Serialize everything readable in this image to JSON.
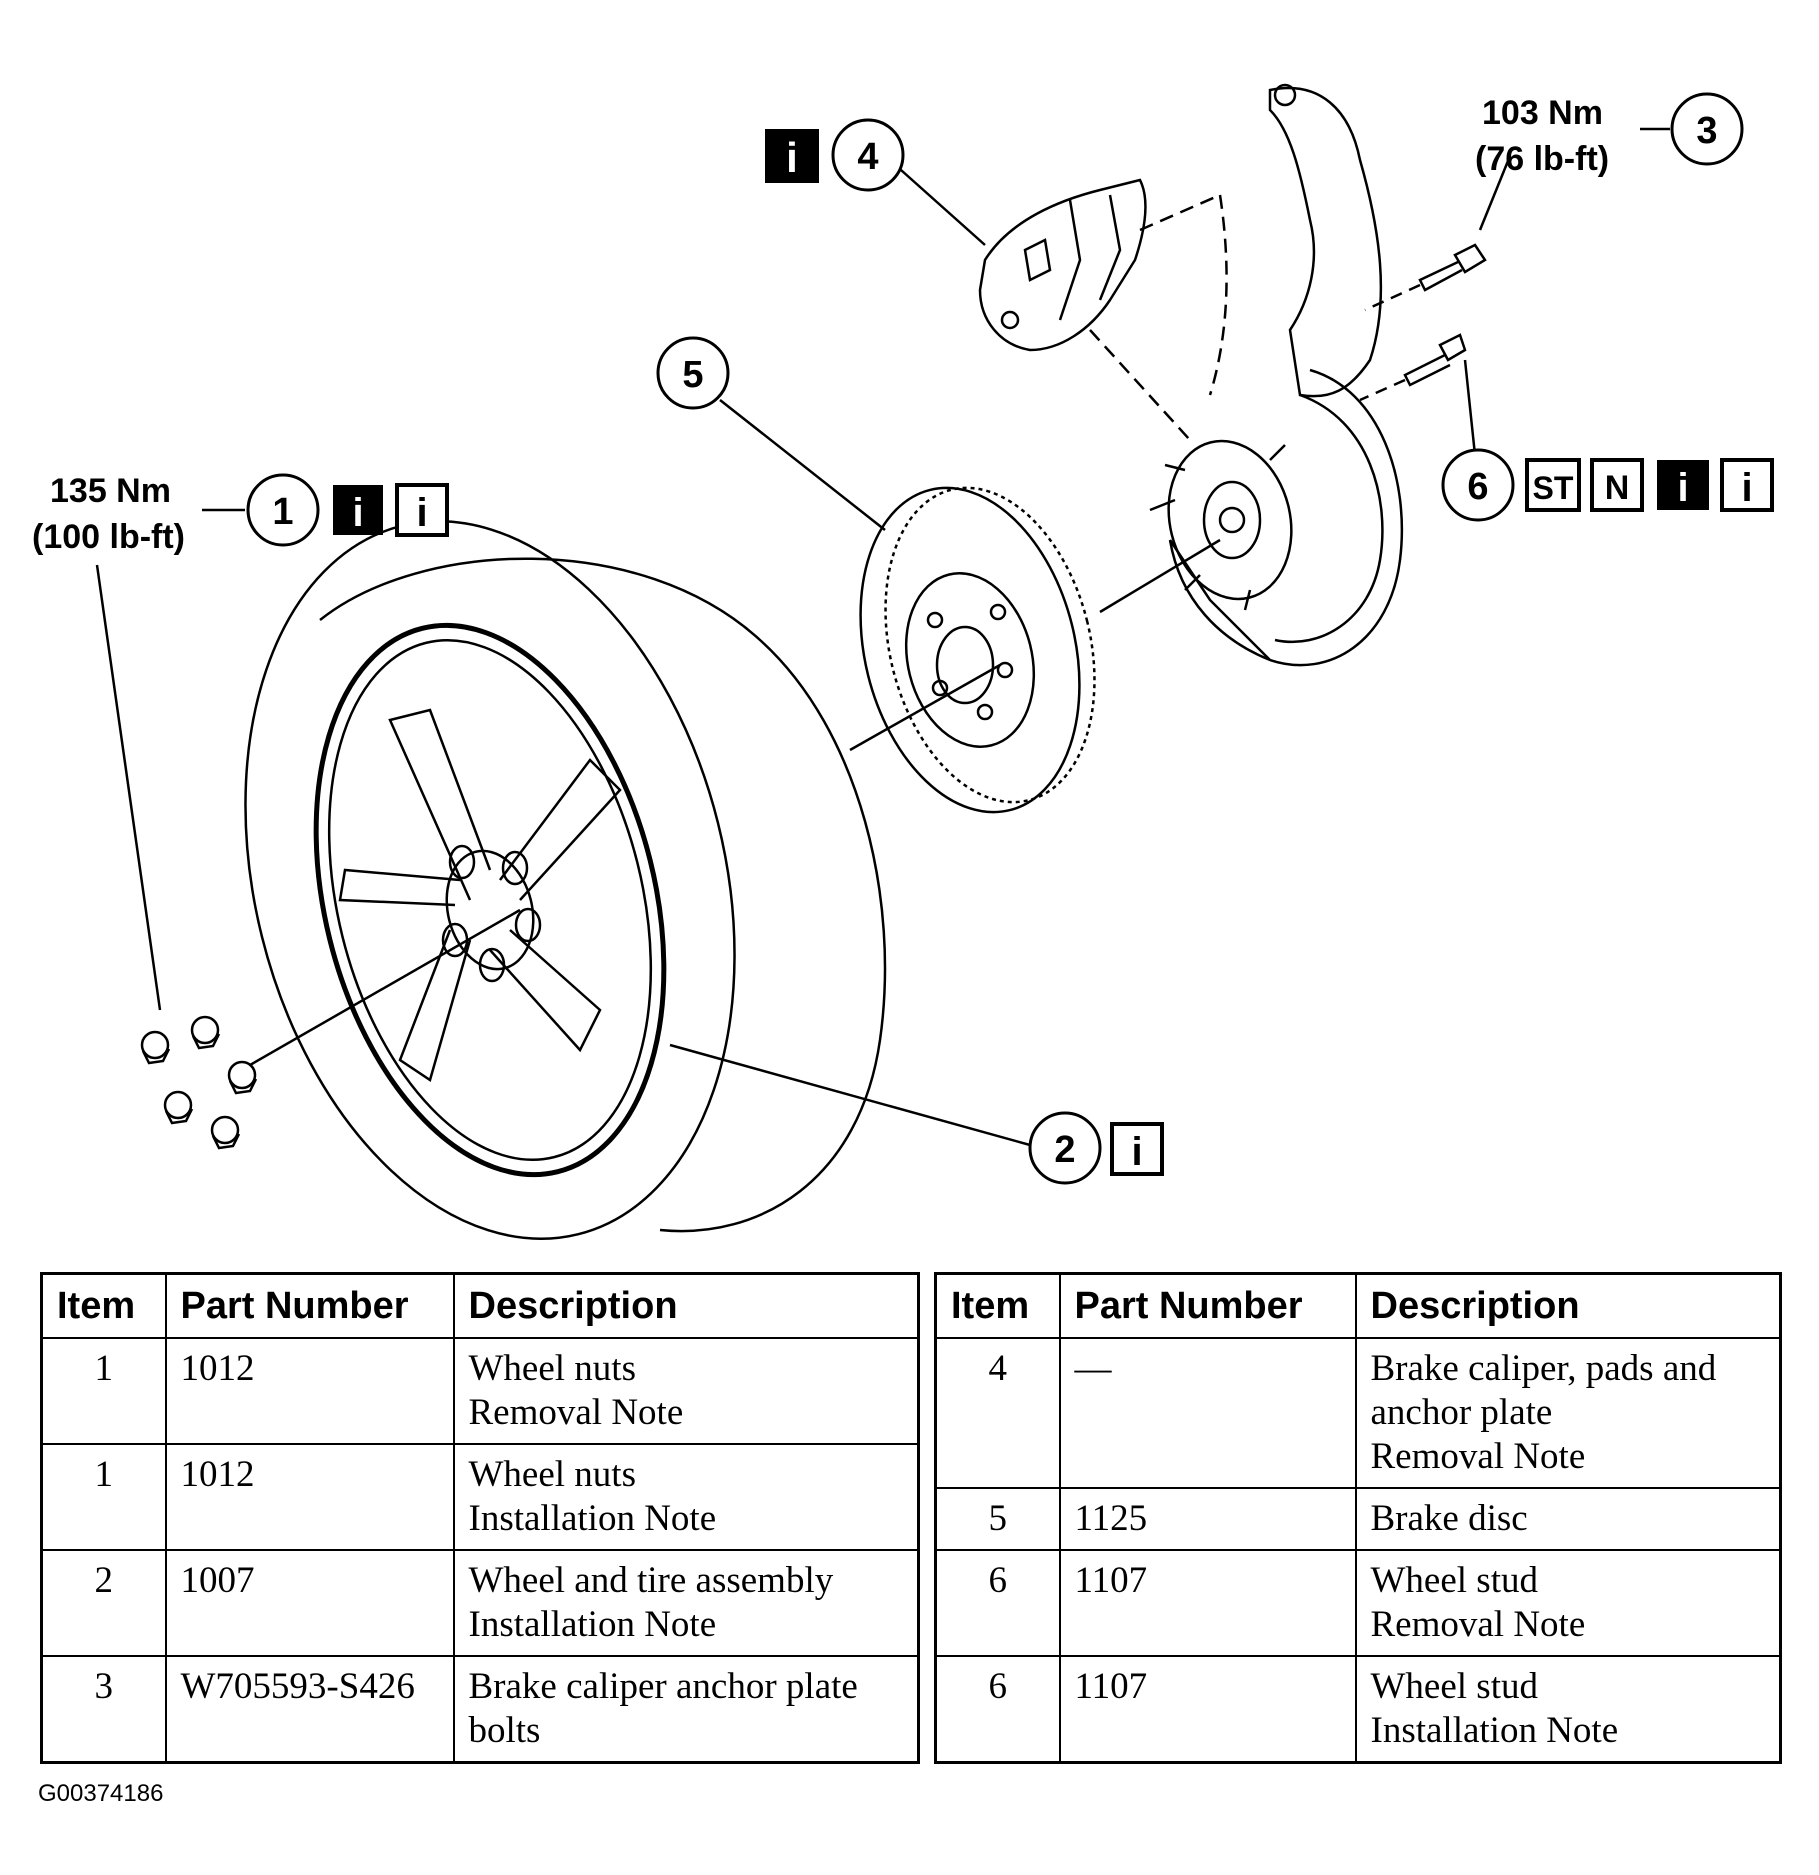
{
  "callouts": {
    "c1": "1",
    "c2": "2",
    "c3": "3",
    "c4": "4",
    "c5": "5",
    "c6": "6"
  },
  "torque": {
    "wheel_nuts_nm": "135 Nm",
    "wheel_nuts_lbft": "(100 lb-ft)",
    "anchor_bolts_nm": "103 Nm",
    "anchor_bolts_lbft": "(76 lb-ft)"
  },
  "badges": {
    "info": "i",
    "special_tool": "ST",
    "new": "N"
  },
  "table_headers": {
    "item": "Item",
    "part_number": "Part Number",
    "description": "Description"
  },
  "table_left": [
    {
      "item": "1",
      "part": "1012",
      "desc1": "Wheel nuts",
      "desc2": "Removal Note"
    },
    {
      "item": "1",
      "part": "1012",
      "desc1": "Wheel nuts",
      "desc2": "Installation Note"
    },
    {
      "item": "2",
      "part": "1007",
      "desc1": "Wheel and tire assembly",
      "desc2": "Installation Note"
    },
    {
      "item": "3",
      "part": "W705593-S426",
      "desc1": "Brake caliper anchor plate",
      "desc2": "bolts"
    }
  ],
  "table_right": [
    {
      "item": "4",
      "part": "—",
      "desc1": "Brake caliper, pads and",
      "desc2": "anchor plate",
      "desc3": "Removal Note"
    },
    {
      "item": "5",
      "part": "1125",
      "desc1": "Brake disc"
    },
    {
      "item": "6",
      "part": "1107",
      "desc1": "Wheel stud",
      "desc2": "Removal Note"
    },
    {
      "item": "6",
      "part": "1107",
      "desc1": "Wheel stud",
      "desc2": "Installation Note"
    }
  ],
  "figure_id": "G00374186"
}
